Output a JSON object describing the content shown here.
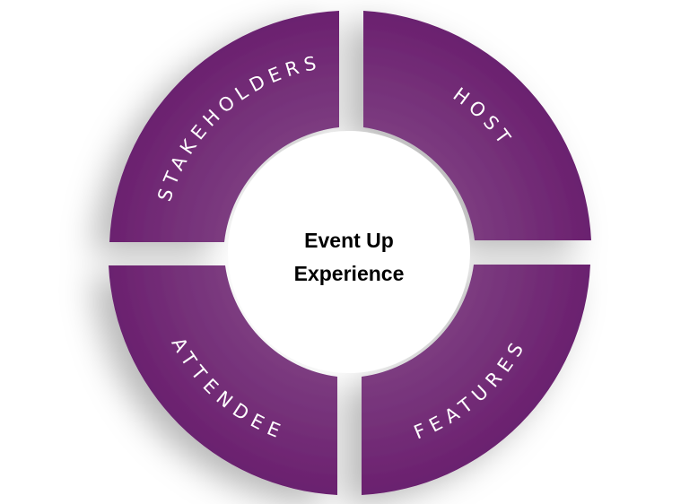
{
  "center": {
    "line1": "Event Up",
    "line2": "Experience"
  },
  "segments": [
    {
      "label": "STAKEHOLDERS"
    },
    {
      "label": "HOST"
    },
    {
      "label": "ATTENDEE"
    },
    {
      "label": "FEATURES"
    }
  ],
  "colors": {
    "segment_dark": "#6a1f6e",
    "segment_light": "#7e3f82",
    "center_fill": "#ffffff",
    "label_text": "#ffffff",
    "center_text": "#000000"
  }
}
